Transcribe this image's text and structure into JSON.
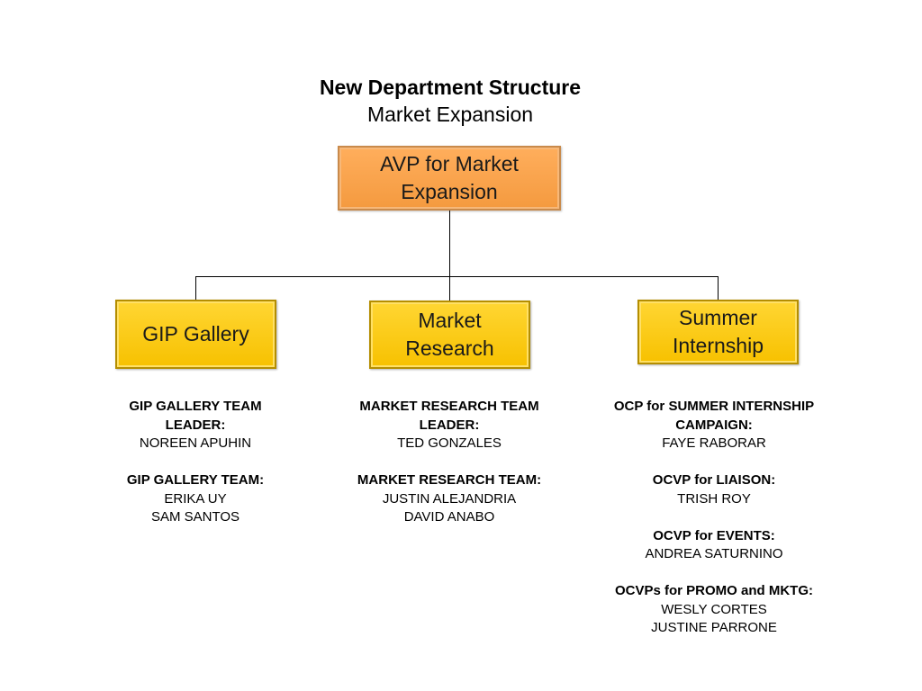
{
  "title": "New Department Structure",
  "subtitle": "Market Expansion",
  "root": {
    "label_line1": "AVP for Market",
    "label_line2": "Expansion"
  },
  "branches": [
    {
      "label": "GIP Gallery",
      "sections": [
        {
          "header_lines": [
            "GIP GALLERY TEAM",
            "LEADER:"
          ],
          "members": [
            "NOREEN APUHIN"
          ]
        },
        {
          "header_lines": [
            "GIP GALLERY TEAM:"
          ],
          "members": [
            "ERIKA UY",
            "SAM SANTOS"
          ]
        }
      ]
    },
    {
      "label_line1": "Market",
      "label_line2": "Research",
      "sections": [
        {
          "header_lines": [
            "MARKET RESEARCH TEAM",
            "LEADER:"
          ],
          "members": [
            "TED GONZALES"
          ]
        },
        {
          "header_lines": [
            "MARKET RESEARCH TEAM:"
          ],
          "members": [
            "JUSTIN ALEJANDRIA",
            "DAVID ANABO"
          ]
        }
      ]
    },
    {
      "label_line1": "Summer",
      "label_line2": "Internship",
      "sections": [
        {
          "header_lines": [
            "OCP for SUMMER INTERNSHIP",
            "CAMPAIGN:"
          ],
          "members": [
            "FAYE RABORAR"
          ]
        },
        {
          "header_lines": [
            "OCVP for LIAISON:"
          ],
          "members": [
            "TRISH ROY"
          ]
        },
        {
          "header_lines": [
            "OCVP for EVENTS:"
          ],
          "members": [
            "ANDREA SATURNINO"
          ]
        },
        {
          "header_lines": [
            "OCVPs for PROMO and MKTG:"
          ],
          "members": [
            "WESLY CORTES",
            "JUSTINE PARRONE"
          ]
        }
      ]
    }
  ]
}
